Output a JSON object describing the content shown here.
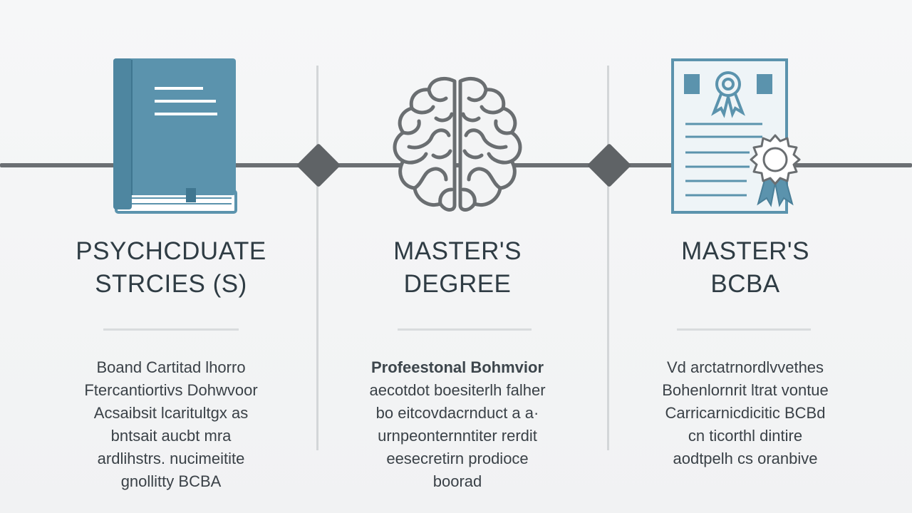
{
  "colors": {
    "accent_blue": "#5b93ad",
    "line_gray": "#6b6f73",
    "title_text": "#2f3c44"
  },
  "stages": [
    {
      "icon": "book-icon",
      "title_lines": [
        "PSYCHCDUATE",
        "STRCIES (S)"
      ],
      "description_lines": [
        "Boand Cartitad lhorro",
        "Ftercantiortivs Dohwvoor",
        "Acsaibsit lcaritultgx as",
        "bntsait aucbt mra",
        "ardlihstrs. nucimeitite",
        "gnollitty BCBA"
      ]
    },
    {
      "icon": "brain-icon",
      "title_lines": [
        "MASTER'S",
        "DEGREE"
      ],
      "description_lead": "Profeestonal Bohmvior",
      "description_lines": [
        "aecotdot boesiterlh falher",
        "bo eitcovdacrnduct a a·",
        "urnpeonternntiter rerdit",
        "eesecretirn prodioce",
        "boorad"
      ]
    },
    {
      "icon": "certificate-icon",
      "title_lines": [
        "MASTER'S",
        "BCBA"
      ],
      "description_lines": [
        "Vd arctatrnordlvvethes",
        "Bohenlornrit ltrat vontue",
        "Carricarnicdicitic BCBd",
        "cn ticorthl dintire",
        "aodtpelh cs oranbive"
      ]
    }
  ]
}
